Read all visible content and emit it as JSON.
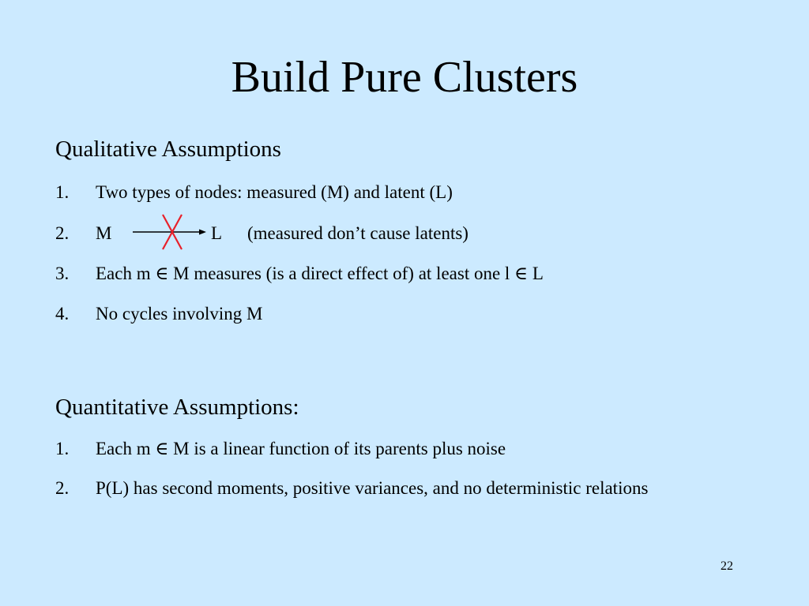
{
  "slide": {
    "title": "Build Pure Clusters",
    "qualitative": {
      "heading": "Qualitative Assumptions",
      "items": [
        {
          "num": "1.",
          "text": "Two types of nodes: measured (M) and latent (L)"
        },
        {
          "num": "2.",
          "m": "M",
          "l": "L",
          "note": "(measured don’t cause latents)"
        },
        {
          "num": "3.",
          "text": "Each m ∈ M measures (is a direct effect of) at least one l ∈ L"
        },
        {
          "num": "4.",
          "text": "No cycles involving M"
        }
      ]
    },
    "quantitative": {
      "heading": "Quantitative Assumptions:",
      "items": [
        {
          "num": "1.",
          "text": "Each m ∈ M is a linear function of its parents plus noise"
        },
        {
          "num": "2.",
          "text": "P(L) has second moments, positive variances, and no deterministic relations"
        }
      ]
    },
    "page_number": "22",
    "colors": {
      "background": "#cceaff",
      "cross": "#e8202a"
    }
  }
}
